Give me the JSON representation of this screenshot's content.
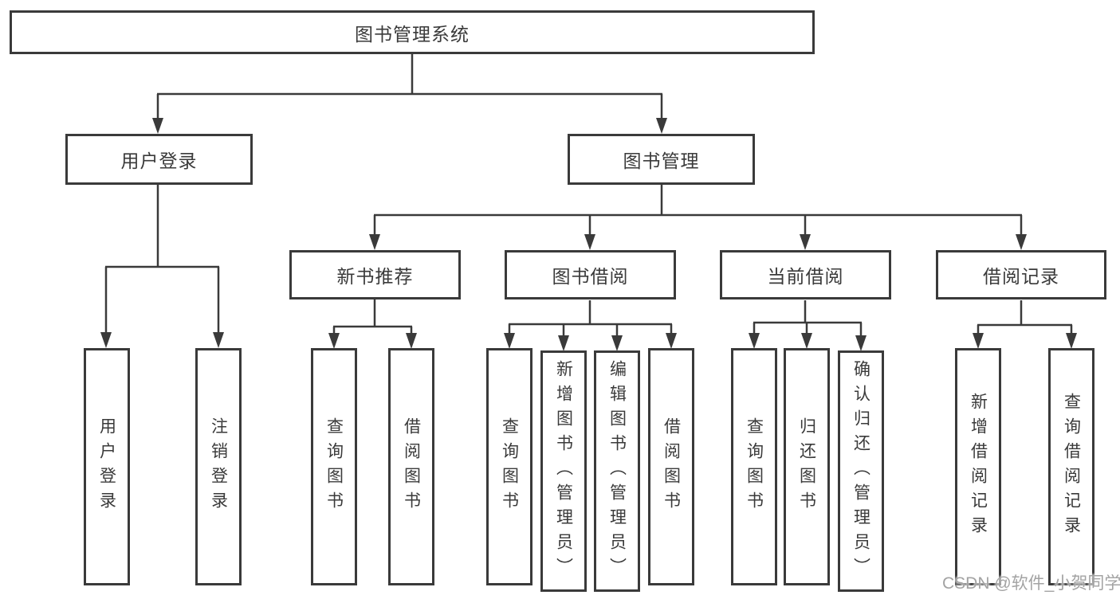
{
  "colors": {
    "line": "#3a3a3a",
    "text": "#3a3a3a",
    "background": "#ffffff",
    "watermark": "#a3a3a3"
  },
  "root": {
    "label": "图书管理系统"
  },
  "level2": [
    {
      "label": "用户登录"
    },
    {
      "label": "图书管理"
    }
  ],
  "level3": [
    {
      "label": "新书推荐"
    },
    {
      "label": "图书借阅"
    },
    {
      "label": "当前借阅"
    },
    {
      "label": "借阅记录"
    }
  ],
  "leaves": {
    "user_login": [
      "用户登录",
      "注销登录"
    ],
    "new_book_recommend": [
      "查询图书",
      "借阅图书"
    ],
    "book_borrow": [
      "查询图书",
      "新增图书（管理员）",
      "编辑图书（管理员）",
      "借阅图书"
    ],
    "current_borrow": [
      "查询图书",
      "归还图书",
      "确认归还（管理员）"
    ],
    "borrow_records": [
      "新增借阅记录",
      "查询借阅记录"
    ]
  },
  "watermark": "CSDN @软件_小贺同学"
}
